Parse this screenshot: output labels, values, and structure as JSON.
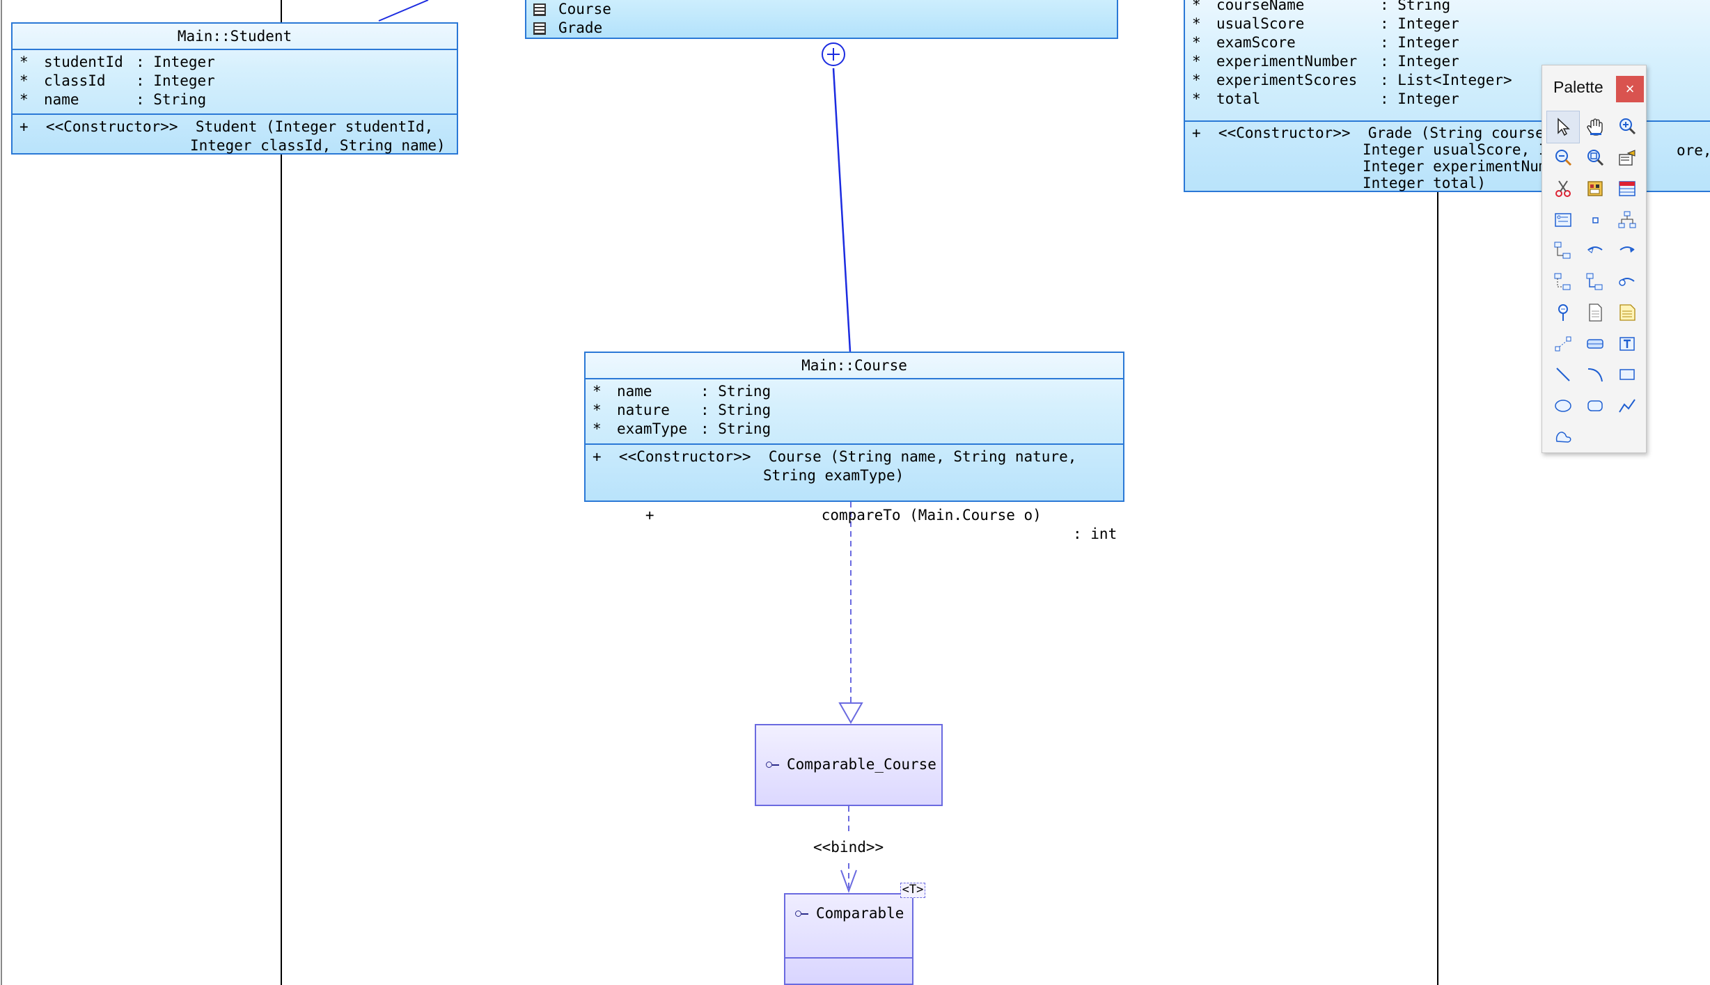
{
  "diagram": {
    "package_fragment": {
      "items": [
        "Course",
        "Grade"
      ]
    },
    "student": {
      "title": "Main::Student",
      "attributes": [
        {
          "marker": "*",
          "name": "studentId",
          "type": "Integer"
        },
        {
          "marker": "*",
          "name": "classId",
          "type": "Integer"
        },
        {
          "marker": "*",
          "name": "name",
          "type": "String"
        }
      ],
      "operations": [
        {
          "line1": "+  <<Constructor>>  Student (Integer studentId,",
          "line2": "Integer classId, String name)"
        }
      ]
    },
    "course": {
      "title": "Main::Course",
      "attributes": [
        {
          "marker": "*",
          "name": "name",
          "type": "String"
        },
        {
          "marker": "*",
          "name": "nature",
          "type": "String"
        },
        {
          "marker": "*",
          "name": "examType",
          "type": "String"
        }
      ],
      "operations": [
        {
          "line1": "+  <<Constructor>>  Course (String name, String nature,",
          "line2": "String examType)"
        },
        {
          "line1": "+                   compareTo (Main.Course o)",
          "ret": ": int"
        }
      ]
    },
    "grade": {
      "attributes": [
        {
          "marker": "*",
          "name": "courseName",
          "type": "String"
        },
        {
          "marker": "*",
          "name": "usualScore",
          "type": "Integer"
        },
        {
          "marker": "*",
          "name": "examScore",
          "type": "Integer"
        },
        {
          "marker": "*",
          "name": "experimentNumber",
          "type": "Integer"
        },
        {
          "marker": "*",
          "name": "experimentScores",
          "type": "List<Integer>"
        },
        {
          "marker": "*",
          "name": "total",
          "type": "Integer"
        }
      ],
      "operation_lines": [
        "+  <<Constructor>>  Grade (String courseNam",
        "Integer usualScore, In",
        "Integer experimentNumb",
        "Integer total)"
      ],
      "operation_overflow": "ore,"
    },
    "comparable_course": {
      "label": "Comparable_Course"
    },
    "comparable": {
      "label": "Comparable",
      "type_param": "<T>"
    },
    "bind_label": "<<bind>>"
  },
  "palette": {
    "title": "Palette",
    "close_glyph": "×",
    "tools": [
      "select-tool",
      "hand-tool",
      "zoom-in-tool",
      "zoom-out-tool",
      "zoom-fit-tool",
      "properties-tool",
      "cut-tool",
      "package-tool",
      "class-tool",
      "interface-tool",
      "port-tool",
      "hierarchy-tool",
      "generalization-tool",
      "association-tool",
      "aggregation-tool",
      "realization-tool",
      "dependency-tool",
      "composition-tool",
      "pin-tool",
      "note-tool",
      "text-note-tool",
      "connector-tool",
      "frame-tool",
      "text-box-tool",
      "line-tool",
      "arc-tool",
      "rectangle-tool",
      "ellipse-tool",
      "rounded-rectangle-tool",
      "polyline-tool",
      "freeform-tool"
    ]
  }
}
